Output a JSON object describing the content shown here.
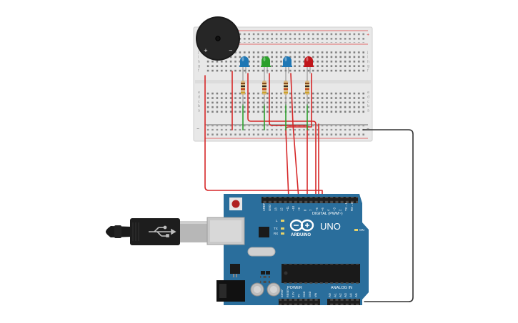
{
  "board": {
    "model": "UNO",
    "brand": "ARDUINO",
    "digital_label": "DIGITAL (PWM~)",
    "power_label": "POWER",
    "analog_label": "ANALOG IN",
    "on_label": "ON",
    "l_label": "L",
    "tx_label": "TX",
    "rx_label": "RX",
    "digital_pins": [
      "AREF",
      "GND",
      "13",
      "12",
      "~11",
      "~10",
      "~9",
      "8",
      "7",
      "~6",
      "~5",
      "4",
      "~3",
      "2",
      "TX→1",
      "RX←0"
    ],
    "power_pins": [
      "IOREF",
      "RESET",
      "3.3V",
      "5V",
      "GND",
      "GND",
      "VIN"
    ],
    "analog_pins": [
      "A0",
      "A1",
      "A2",
      "A3",
      "A4",
      "A5"
    ]
  },
  "breadboard": {
    "row_letters_top": [
      "j",
      "i",
      "h",
      "g",
      "f"
    ],
    "row_letters_bottom": [
      "e",
      "d",
      "c",
      "b",
      "a"
    ],
    "plus": "+",
    "minus": "−"
  },
  "buzzer": {
    "plus": "+",
    "minus": "−"
  },
  "leds": [
    {
      "name": "led-blue-1",
      "color": "#1f77b4"
    },
    {
      "name": "led-green",
      "color": "#2ca02c"
    },
    {
      "name": "led-blue-2",
      "color": "#1f77b4"
    },
    {
      "name": "led-red",
      "color": "#c0151a"
    }
  ],
  "colors": {
    "board": "#2a6e9c",
    "wire_red": "#d62728",
    "wire_green": "#2ca02c",
    "wire_dark": "#333333"
  }
}
